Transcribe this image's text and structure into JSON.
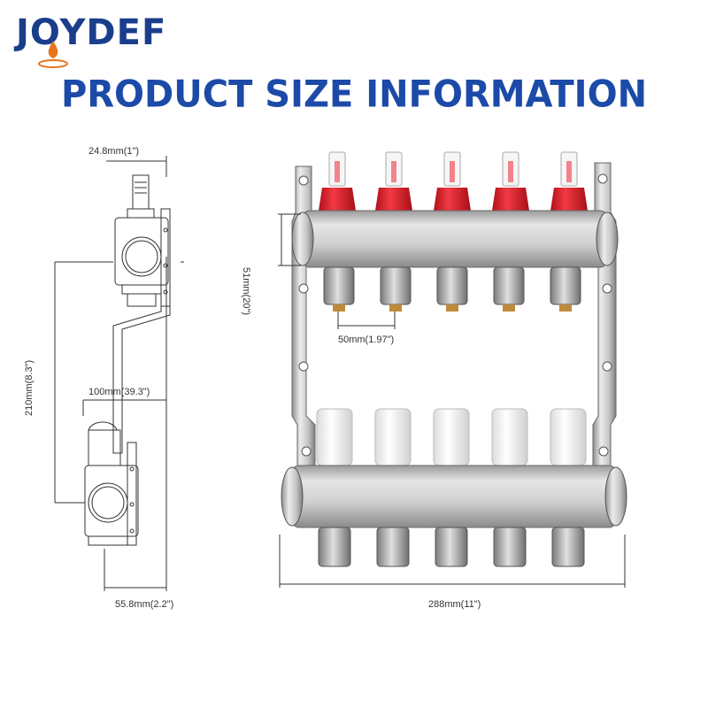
{
  "brand": {
    "name": "JOYDEF",
    "color": "#1a3e8c",
    "accent": "#e8741c"
  },
  "title": "PRODUCT SIZE INFORMATION",
  "dimensions": {
    "top_width": "24.8mm(1\")",
    "total_height": "210mm(8.3\")",
    "pipe_width": "100mm(39.3\")",
    "depth": "55.8mm(2.2\")",
    "bar_height": "51mm(20\")",
    "outlet_spacing": "50mm(1.97\")",
    "total_length": "288mm(11\")"
  },
  "colors": {
    "flowmeter_cap": "#e0202c",
    "valve_cap": "#f4f4f4",
    "steel": "#c9c9c9"
  }
}
